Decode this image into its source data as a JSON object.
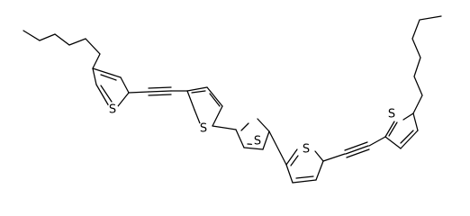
{
  "structure": {
    "atom_labels": {
      "s1": "S",
      "s2": "S",
      "s3": "S",
      "s4": "S",
      "s5": "S"
    },
    "colors": {
      "background": "#ffffff",
      "bond": "#000000",
      "label": "#000000"
    }
  }
}
